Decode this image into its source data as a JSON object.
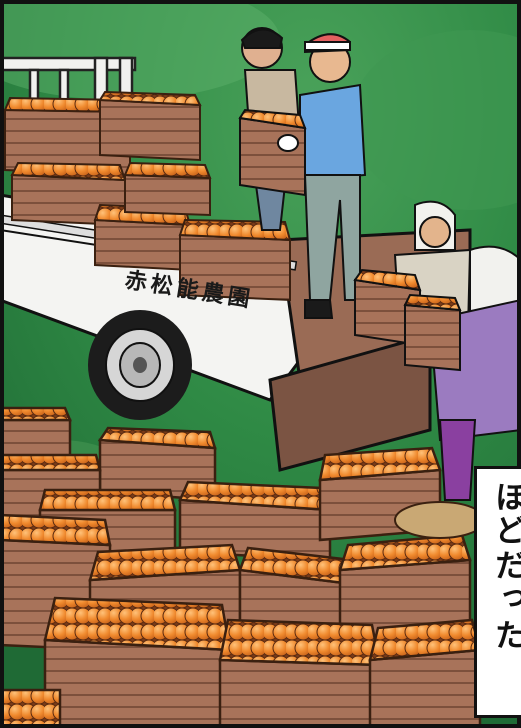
{
  "panel": {
    "truck_sign": "赤松能農園",
    "caption_columns": [
      "ほど",
      "だっ",
      "た"
    ]
  },
  "colors": {
    "orange": "#f08a2e",
    "crate_wood": "#a8735a",
    "grass": "#2f8a3f",
    "truck_white": "#f4f4f2",
    "frame_border": "#111111"
  }
}
